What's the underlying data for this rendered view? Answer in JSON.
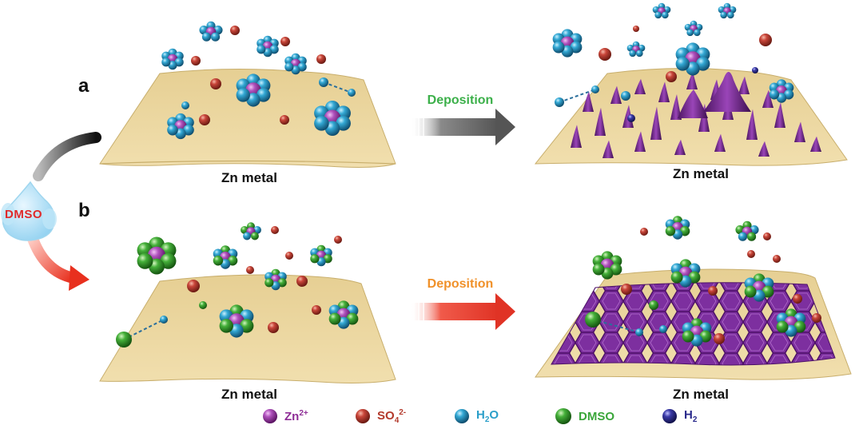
{
  "panels": {
    "a_label": "a",
    "b_label": "b"
  },
  "substrate": {
    "label": "Zn metal"
  },
  "process": {
    "label": "Deposition"
  },
  "additive": {
    "label": "DMSO"
  },
  "legend": {
    "zn": {
      "main": "Zn",
      "sup": "2+"
    },
    "so4": {
      "main": "SO",
      "sub": "4",
      "sup": "2-"
    },
    "h2o": {
      "pre": "H",
      "sub": "2",
      "post": "O"
    },
    "dmso": {
      "main": "DMSO"
    },
    "h2": {
      "main": "H",
      "sub": "2"
    }
  },
  "colors": {
    "zn": "#8e2d96",
    "so4": "#b33a2c",
    "h2o": "#2b9fc9",
    "dmso": "#3aa63a",
    "h2": "#2a2a8c",
    "metal": "#e8d49a",
    "deposit": "#7a2f9a",
    "arrow_grey": "#666666",
    "arrow_red": "#e8402f",
    "label_green": "#3cb04a",
    "label_orange": "#f0912a",
    "dmso_text": "#e02a2a"
  }
}
